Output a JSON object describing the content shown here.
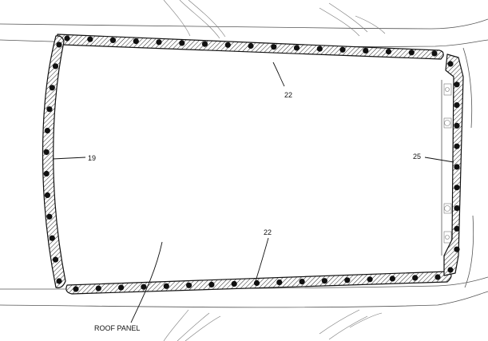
{
  "labels": {
    "top_strip": "22",
    "bottom_strip": "22",
    "left_strip": "19",
    "right_strip": "25",
    "panel": "ROOF PANEL"
  }
}
